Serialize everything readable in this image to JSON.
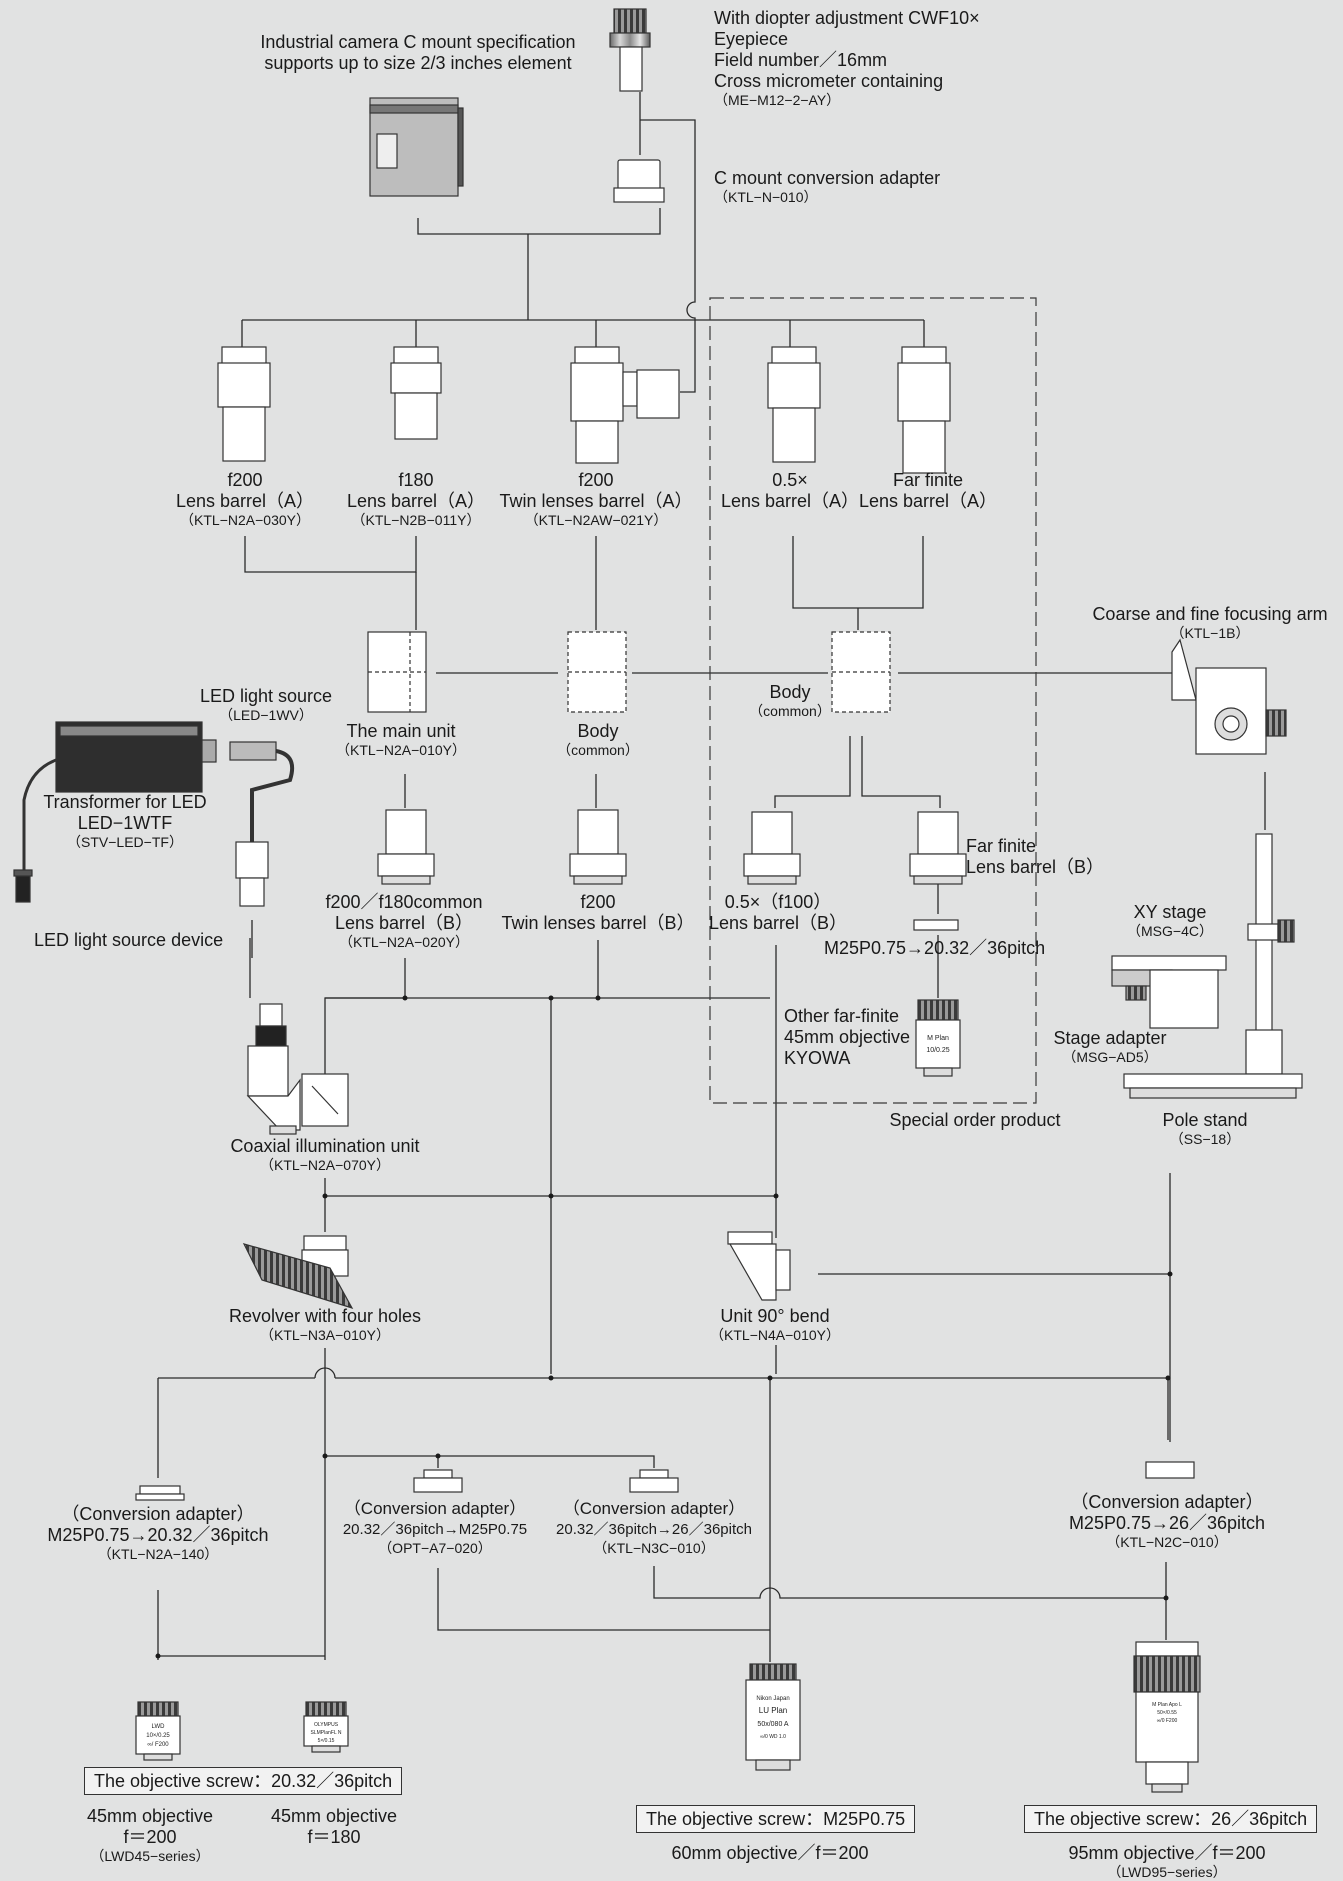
{
  "colors": {
    "background": "#e1e2e2",
    "line": "#2b2b2b",
    "component_fill": "#ffffff",
    "component_dark": "#3a3a3a"
  },
  "labels": {
    "eyepiece": {
      "lines": [
        "With diopter adjustment CWF10×",
        "Eyepiece",
        "Field number／16mm",
        "Cross micrometer containing"
      ],
      "code": "（ME−M12−2−AY）"
    },
    "camera": {
      "lines": [
        "Industrial camera C mount specification",
        "supports up to size 2/3 inches element"
      ]
    },
    "c_mount": {
      "lines": [
        "C mount conversion adapter"
      ],
      "code": "（KTL−N−010）"
    },
    "barrel_a_f200": {
      "lines": [
        "f200",
        "Lens barrel（A）"
      ],
      "code": "（KTL−N2A−030Y）"
    },
    "barrel_a_f180": {
      "lines": [
        "f180",
        "Lens barrel（A）"
      ],
      "code": "（KTL−N2B−011Y）"
    },
    "twin_barrel_a": {
      "lines": [
        "f200",
        "Twin lenses barrel（A）"
      ],
      "code": "（KTL−N2AW−021Y）"
    },
    "barrel_a_05x": {
      "lines": [
        "0.5×",
        "Lens barrel（A）"
      ]
    },
    "barrel_a_far": {
      "lines": [
        "Far finite",
        "Lens barrel（A）"
      ]
    },
    "focus_arm": {
      "lines": [
        "Coarse and fine focusing arm"
      ],
      "code": "（KTL−1B）"
    },
    "led_source": {
      "lines": [
        "LED light source"
      ],
      "code": "（LED−1WV）"
    },
    "main_unit": {
      "lines": [
        "The main unit"
      ],
      "code": "（KTL−N2A−010Y）"
    },
    "body_common_1": {
      "lines": [
        "Body"
      ],
      "code": "（common）"
    },
    "body_common_2": {
      "lines": [
        "Body"
      ],
      "code": "（common）"
    },
    "transformer": {
      "lines": [
        "Transformer for LED",
        "LED−1WTF"
      ],
      "code": "（STV−LED−TF）"
    },
    "barrel_b_common": {
      "lines": [
        "f200／f180common",
        "Lens barrel（B）"
      ],
      "code": "（KTL−N2A−020Y）"
    },
    "twin_barrel_b": {
      "lines": [
        "f200",
        "Twin lenses barrel（B）"
      ]
    },
    "barrel_b_05x": {
      "lines": [
        "0.5×（f100）",
        "Lens barrel（B）"
      ]
    },
    "barrel_b_far": {
      "lines": [
        "Far finite",
        "Lens barrel（B）"
      ]
    },
    "m25_adapter": {
      "lines": [
        "M25P0.75→20.32／36pitch"
      ]
    },
    "led_device": {
      "lines": [
        "LED light source device"
      ]
    },
    "xy_stage": {
      "lines": [
        "XY stage"
      ],
      "code": "（MSG−4C）"
    },
    "other_objective": {
      "lines": [
        "Other far-finite",
        "45mm objective",
        "KYOWA"
      ]
    },
    "stage_adapter": {
      "lines": [
        "Stage adapter"
      ],
      "code": "（MSG−AD5）"
    },
    "special_order": {
      "lines": [
        "Special order product"
      ]
    },
    "pole_stand": {
      "lines": [
        "Pole stand"
      ],
      "code": "（SS−18）"
    },
    "coaxial": {
      "lines": [
        "Coaxial illumination unit"
      ],
      "code": "（KTL−N2A−070Y）"
    },
    "revolver": {
      "lines": [
        "Revolver with four holes"
      ],
      "code": "（KTL−N3A−010Y）"
    },
    "unit_90": {
      "lines": [
        "Unit 90° bend"
      ],
      "code": "（KTL−N4A−010Y）"
    },
    "conv_1": {
      "lines": [
        "（Conversion adapter）",
        "M25P0.75→20.32／36pitch"
      ],
      "code": "（KTL−N2A−140）"
    },
    "conv_2": {
      "lines": [
        "（Conversion adapter）",
        "20.32／36pitch→M25P0.75"
      ],
      "code": "（OPT−A7−020）"
    },
    "conv_3": {
      "lines": [
        "（Conversion adapter）",
        "20.32／36pitch→26／36pitch"
      ],
      "code": "（KTL−N3C−010）"
    },
    "conv_4": {
      "lines": [
        "（Conversion adapter）",
        "M25P0.75→26／36pitch"
      ],
      "code": "（KTL−N2C−010）"
    },
    "obj_45_f200": {
      "lines": [
        "45mm objective",
        "f＝200"
      ],
      "code": "（LWD45−series）"
    },
    "obj_45_f180": {
      "lines": [
        "45mm objective",
        "f＝180"
      ]
    },
    "obj_60": {
      "lines": [
        "60mm objective／f＝200"
      ]
    },
    "obj_95": {
      "lines": [
        "95mm objective／f＝200"
      ],
      "code": "（LWD95−series）"
    }
  },
  "screw_boxes": {
    "screw_20": "The objective screw：20.32／36pitch",
    "screw_m25": "The objective screw：M25P0.75",
    "screw_26": "The objective screw：26／36pitch"
  },
  "objective_prints": {
    "lwd": [
      "LWD",
      "10×/0.25",
      "∞/ F200"
    ],
    "olympus": [
      "OLYMPUS",
      "SLMPlanFL N",
      "5×/0.15"
    ],
    "nikon": [
      "Nikon Japan",
      "LU Plan",
      "50x/080 A",
      "∞/0 WD 1.0"
    ],
    "kyowa": [
      "M Plan",
      "10/0.25"
    ],
    "lwd95": [
      "M Plan Apo L",
      "50×/0.55",
      "∞/0 F200"
    ]
  }
}
